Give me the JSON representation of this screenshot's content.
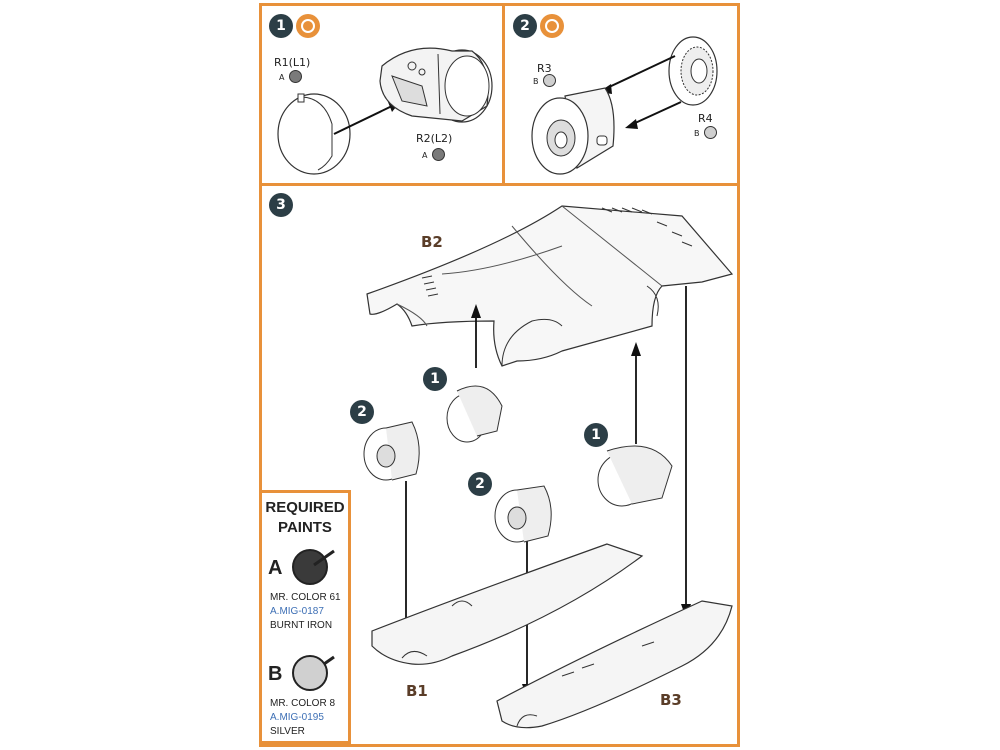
{
  "steps": {
    "s1": {
      "number": "1",
      "labels": {
        "r1": "R1(L1)",
        "r1_paint": "A",
        "r2": "R2(L2)",
        "r2_paint": "A"
      }
    },
    "s2": {
      "number": "2",
      "labels": {
        "r3": "R3",
        "r3_paint": "B",
        "r4": "R4",
        "r4_paint": "B"
      }
    },
    "s3": {
      "number": "3",
      "parts": {
        "b1": "B1",
        "b2": "B2",
        "b3": "B3"
      },
      "callouts": {
        "c1a": "1",
        "c1b": "1",
        "c2a": "2",
        "c2b": "2"
      }
    }
  },
  "legend": {
    "title_line1": "REQUIRED",
    "title_line2": "PAINTS",
    "a": {
      "letter": "A",
      "line1": "MR. COLOR 61",
      "line2": "A.MIG-0187",
      "line3": "BURNT IRON",
      "color": "#3a3a3a"
    },
    "b": {
      "letter": "B",
      "line1": "MR. COLOR 8",
      "line2": "A.MIG-0195",
      "line3": "SILVER",
      "color": "#c8c8c8"
    }
  },
  "colors": {
    "border": "#e8913a",
    "badge": "#2c3e46",
    "part_label": "#5a3d28",
    "paint_code": "#3d6fb5"
  }
}
